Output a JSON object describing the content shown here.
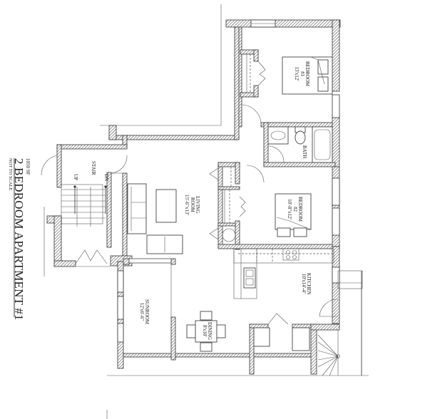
{
  "title": {
    "main": "2 BEDROOM APARTMENT #1",
    "area": "1050 SF",
    "scale_note": "NOT TO SCALE"
  },
  "rooms": {
    "bedroom1": {
      "name": "BEDROOM",
      "number": "#1",
      "size": "13'x12'"
    },
    "bedroom2": {
      "name": "BEDROOM",
      "number": "#2",
      "size": "10'-8\"x12'"
    },
    "bath": {
      "name": "BATH"
    },
    "living": {
      "name": "LIVING",
      "name2": "ROOM",
      "size": "15'-6\"x13'"
    },
    "kitchen": {
      "name": "KITCHEN",
      "size": "10'x14'-4\""
    },
    "dining": {
      "name": "DINING",
      "size": "8'x10'"
    },
    "sunroom": {
      "name": "SUNROOM",
      "size": "12'x6'-6\""
    },
    "stair": {
      "name": "STAIR",
      "up": "UP",
      "down": "DN"
    }
  },
  "colors": {
    "line": "#444444",
    "hatch": "#555555",
    "background": "#ffffff"
  }
}
